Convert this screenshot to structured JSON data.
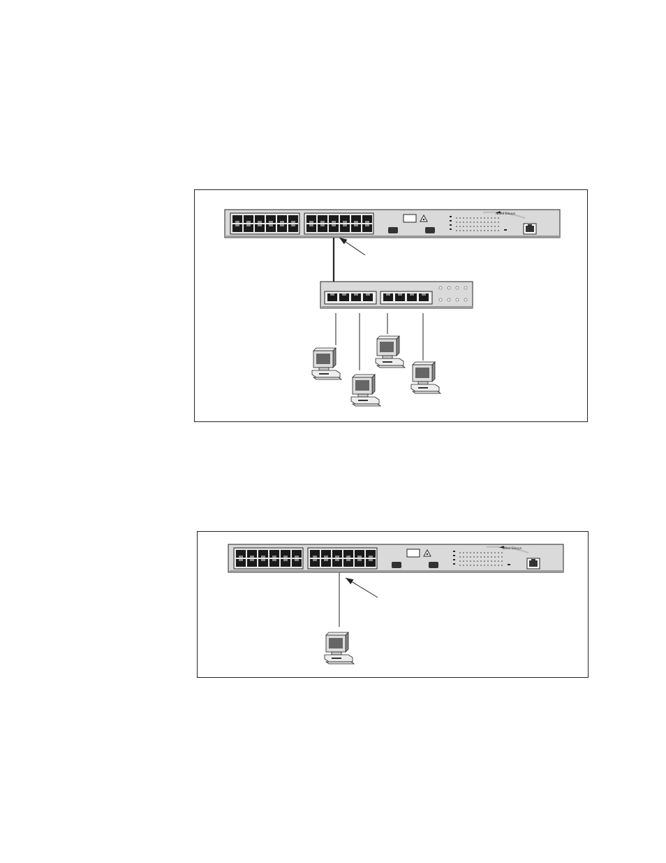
{
  "figures": [
    {
      "id": "figure-1",
      "devices": {
        "main_switch": {
          "ports": 24,
          "brand_text": "Allied Telesyn"
        },
        "hub": {
          "ports": 8
        },
        "workstations": 4
      },
      "connections": [
        "main-switch to hub",
        "hub to workstation x4"
      ]
    },
    {
      "id": "figure-2",
      "devices": {
        "main_switch": {
          "ports": 24,
          "brand_text": "Allied Telesyn"
        },
        "workstations": 1
      },
      "connections": [
        "main-switch to workstation"
      ]
    }
  ],
  "colors": {
    "panel": "#dadada",
    "panel_dark": "#9a9a9a",
    "port": "#1a1a1a",
    "outline": "#222222"
  },
  "icons": [
    "switch-icon",
    "hub-icon",
    "computer-icon",
    "arrow-icon",
    "laser-warning-icon"
  ]
}
